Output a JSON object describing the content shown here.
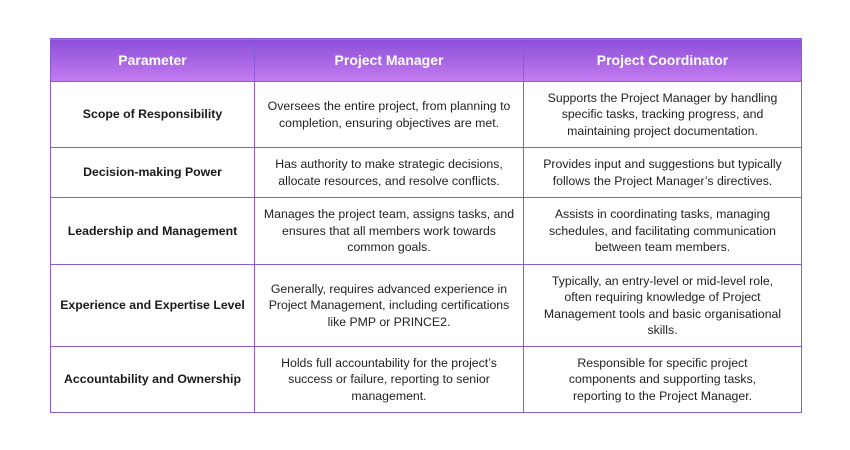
{
  "table": {
    "headers": [
      "Parameter",
      "Project Manager",
      "Project Coordinator"
    ],
    "rows": [
      {
        "parameter": "Scope of Responsibility",
        "manager": "Oversees the entire project, from planning to completion, ensuring objectives are met.",
        "coordinator": "Supports the Project Manager by handling specific tasks, tracking progress, and maintaining project documentation."
      },
      {
        "parameter": "Decision-making Power",
        "manager": "Has authority to make strategic decisions, allocate resources, and resolve conflicts.",
        "coordinator": "Provides input and suggestions but typically follows the Project Manager’s directives."
      },
      {
        "parameter": "Leadership and Management",
        "manager": "Manages the project team, assigns tasks, and ensures that all members work towards common goals.",
        "coordinator": "Assists in coordinating tasks, managing schedules, and facilitating communication between team members."
      },
      {
        "parameter": "Experience and Expertise Level",
        "manager": "Generally, requires advanced experience in Project Management, including certifications like PMP or PRINCE2.",
        "coordinator": "Typically, an entry-level or mid-level role, often requiring knowledge of Project Management tools and basic organisational skills."
      },
      {
        "parameter": "Accountability and Ownership",
        "manager": "Holds full accountability for the project’s success or failure, reporting to senior management.",
        "coordinator": "Responsible for specific project components and supporting tasks, reporting to the Project Manager."
      }
    ]
  },
  "colors": {
    "header_top": "#8b4fd8",
    "header_bottom": "#c47cf0",
    "border": "#8a5ad8"
  }
}
